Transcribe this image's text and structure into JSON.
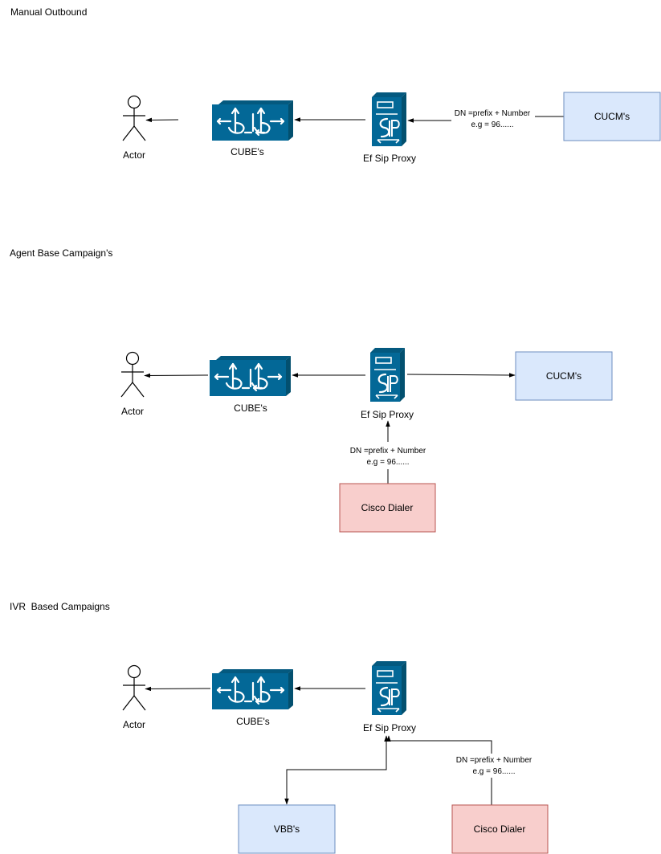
{
  "colors": {
    "device": "#036897",
    "blue_fill": "#dae8fc",
    "blue_stroke": "#6c8ebf",
    "red_fill": "#f8cecc",
    "red_stroke": "#b85450",
    "line": "#000000"
  },
  "sections": [
    {
      "title": "Manual Outbound",
      "actor_label": "Actor",
      "cube_label": "CUBE's",
      "proxy_label": "Ef Sip Proxy",
      "cucm_label": "CUCM's",
      "dn_line1": "DN =prefix + Number",
      "dn_line2": "e.g = 96......"
    },
    {
      "title": "Agent Base Campaign's",
      "actor_label": "Actor",
      "cube_label": "CUBE's",
      "proxy_label": "Ef Sip Proxy",
      "cucm_label": "CUCM's",
      "dialer_label": "Cisco Dialer",
      "dn_line1": "DN =prefix + Number",
      "dn_line2": "e.g = 96......"
    },
    {
      "title": "IVR  Based Campaigns",
      "actor_label": "Actor",
      "cube_label": "CUBE's",
      "proxy_label": "Ef Sip Proxy",
      "vbb_label": "VBB's",
      "dialer_label": "Cisco Dialer",
      "dn_line1": "DN =prefix + Number",
      "dn_line2": "e.g = 96......"
    }
  ]
}
